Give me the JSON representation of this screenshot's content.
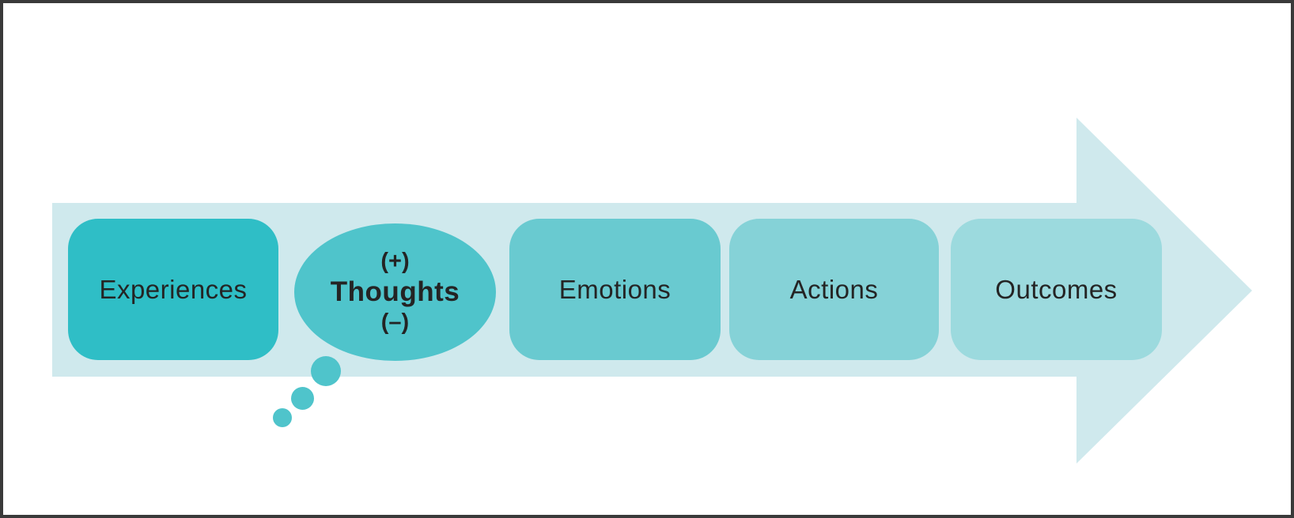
{
  "diagram": {
    "type": "process-flow",
    "direction": "left-to-right",
    "flow": {
      "steps": [
        {
          "label": "Experiences",
          "shape": "rounded-rect",
          "fill": "#2fbec6"
        },
        {
          "label": "Thoughts",
          "shape": "thought-bubble",
          "fill": "#4fc4cb",
          "sign_top": "(+)",
          "sign_bottom": "(–)"
        },
        {
          "label": "Emotions",
          "shape": "rounded-rect",
          "fill": "#69cad0"
        },
        {
          "label": "Actions",
          "shape": "rounded-rect",
          "fill": "#85d2d7"
        },
        {
          "label": "Outcomes",
          "shape": "rounded-rect",
          "fill": "#9cdade"
        }
      ]
    },
    "palette": {
      "arrow": "#cfe9ed",
      "text": "#242424",
      "frame_border": "#3a3a3a",
      "background": "#ffffff",
      "dots": "#4fc4cb"
    }
  }
}
